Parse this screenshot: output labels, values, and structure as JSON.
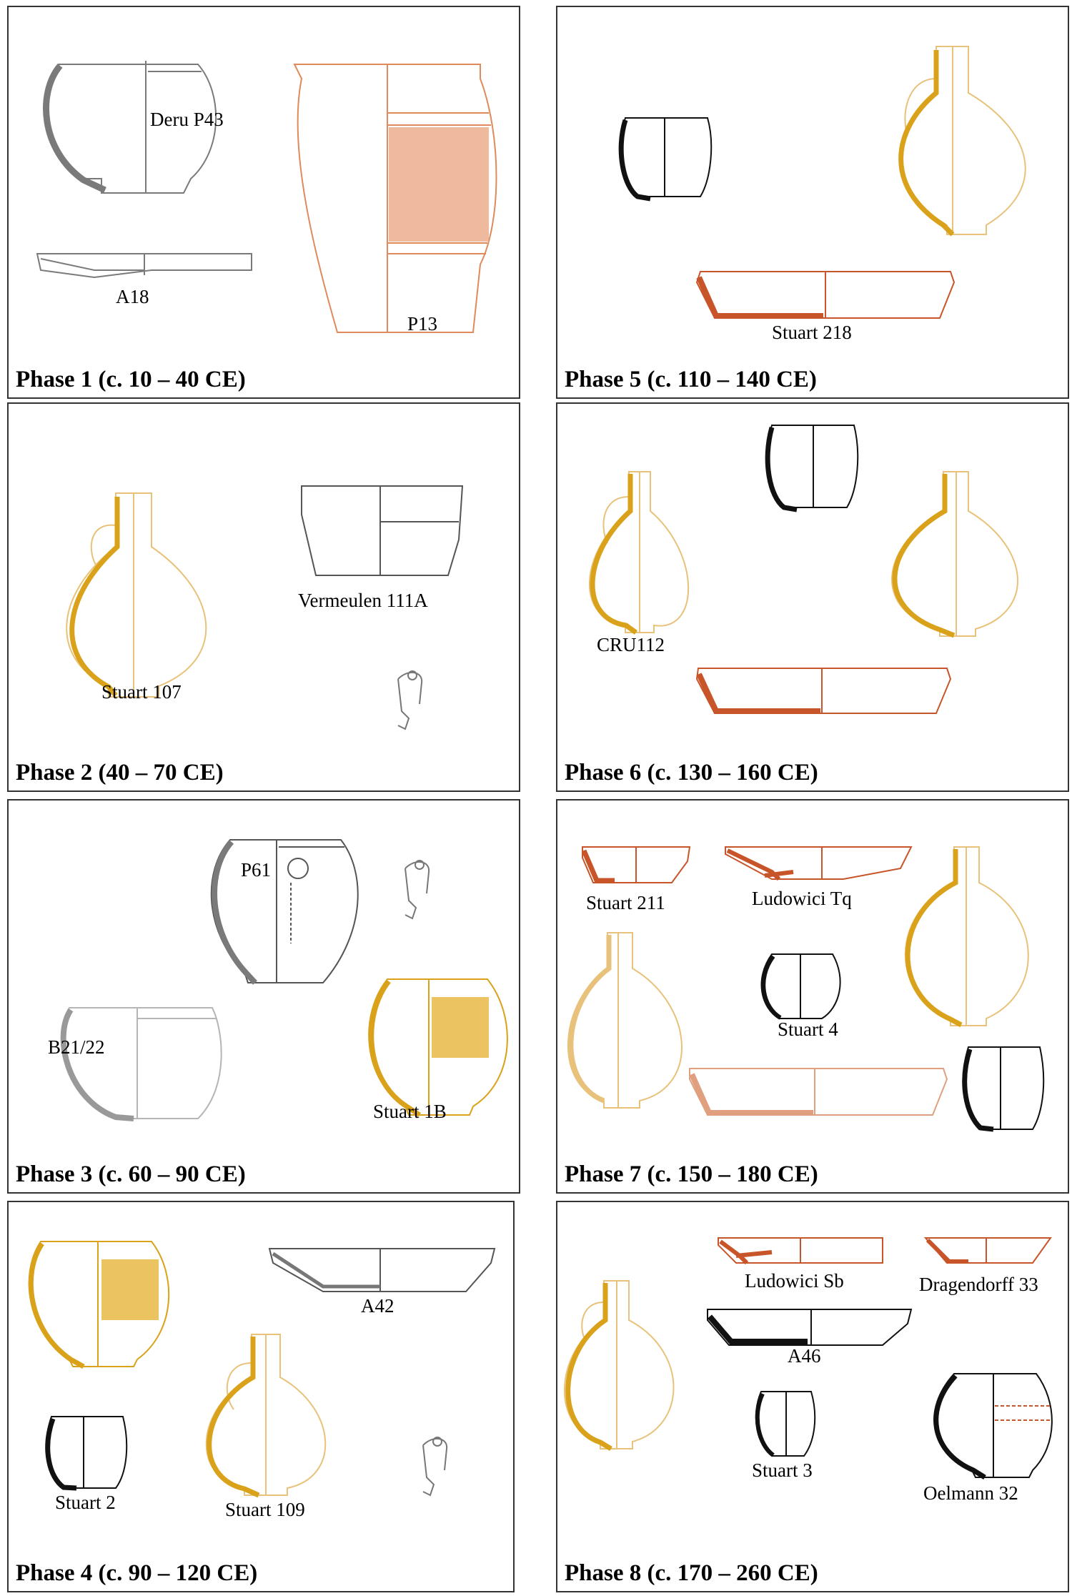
{
  "palette": {
    "grey": "#7a7a7a",
    "light_grey": "#b5b5b5",
    "orange": "#e08a5c",
    "gold": "#d9a21a",
    "light_gold": "#e8c27a",
    "black": "#111111",
    "terracotta": "#c8552a",
    "pale_terracotta": "#e0a080"
  },
  "phases": [
    {
      "title": "Phase 1 (c. 10 – 40 CE)",
      "labels": [
        "Deru P43",
        "A18",
        "P13"
      ]
    },
    {
      "title": "Phase 2 (40 – 70 CE)",
      "labels": [
        "Stuart 107",
        "Vermeulen 111A"
      ]
    },
    {
      "title": "Phase 3 (c. 60 – 90 CE)",
      "labels": [
        "P61",
        "B21/22",
        "Stuart 1B"
      ]
    },
    {
      "title": "Phase 4 (c. 90 – 120 CE)",
      "labels": [
        "A42",
        "Stuart 2",
        "Stuart 109"
      ]
    },
    {
      "title": "Phase 5 (c. 110 – 140 CE)",
      "labels": [
        "Stuart 218"
      ]
    },
    {
      "title": "Phase 6 (c. 130 – 160 CE)",
      "labels": [
        "CRU112"
      ]
    },
    {
      "title": "Phase 7 (c. 150 – 180 CE)",
      "labels": [
        "Stuart 211",
        "Ludowici Tq",
        "Stuart 4"
      ]
    },
    {
      "title": "Phase 8 (c. 170 – 260 CE)",
      "labels": [
        "Ludowici Sb",
        "Dragendorff 33",
        "A46",
        "Stuart 3",
        "Oelmann 32"
      ]
    }
  ]
}
